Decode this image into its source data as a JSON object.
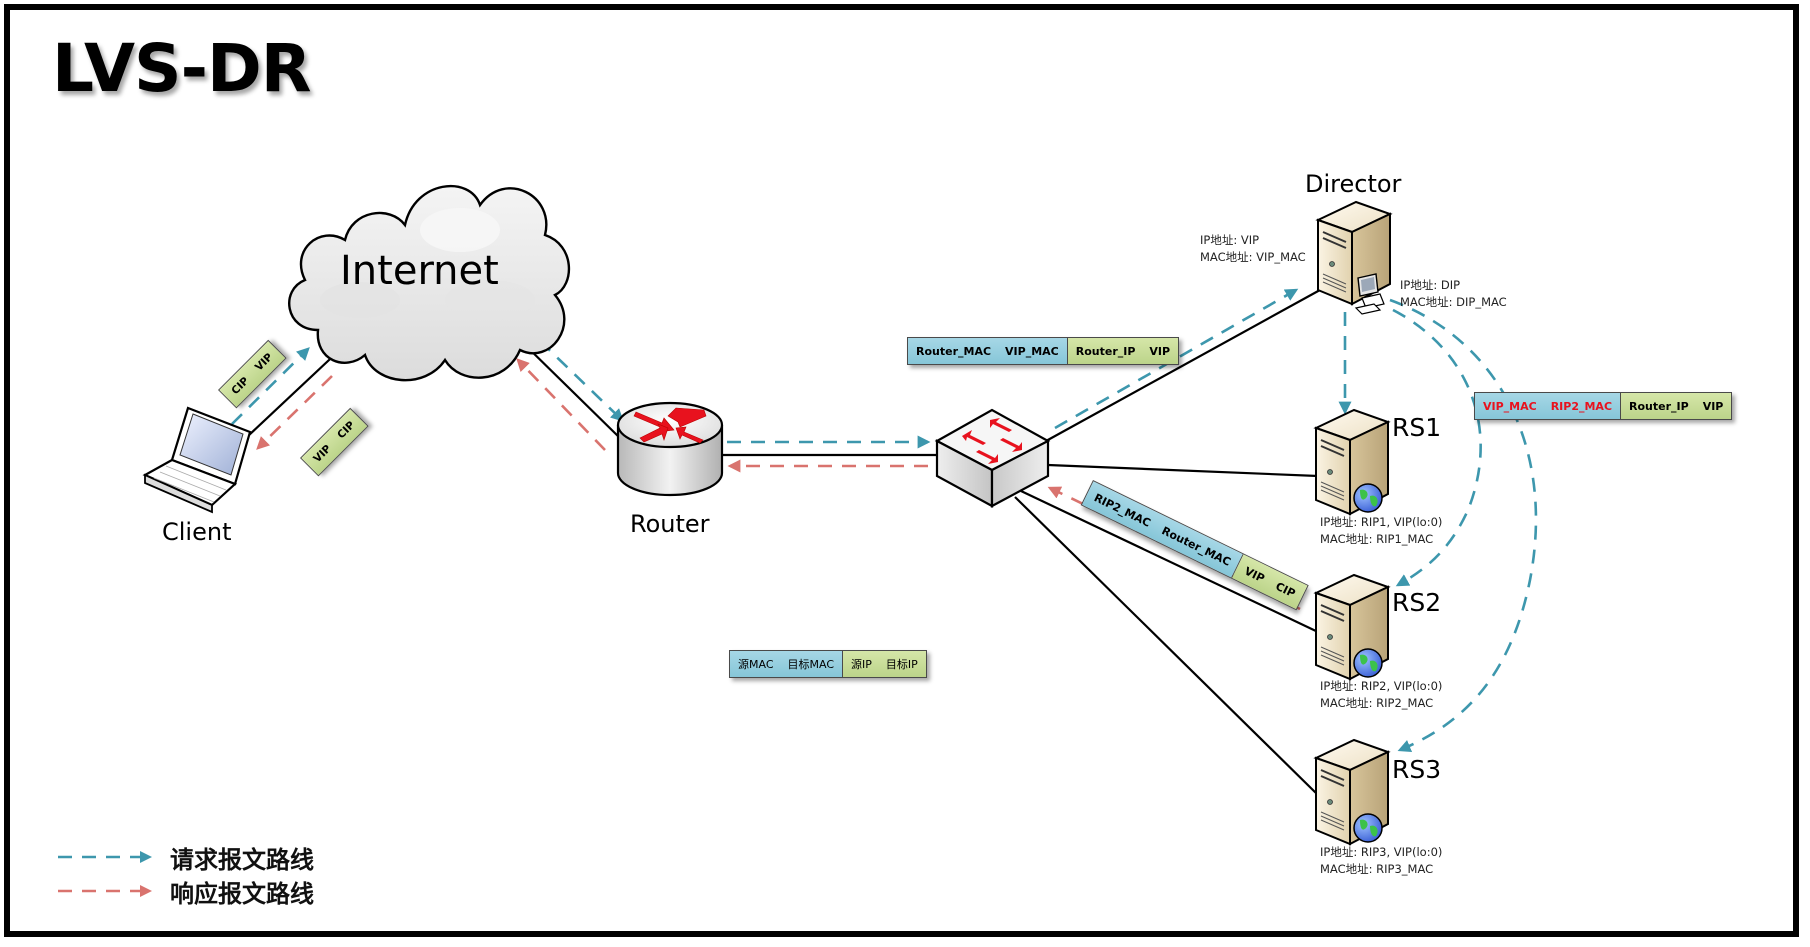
{
  "title": "LVS-DR",
  "nodes": {
    "internet": "Internet",
    "client": "Client",
    "router": "Router",
    "director": "Director",
    "rs1": "RS1",
    "rs2": "RS2",
    "rs3": "RS3"
  },
  "addresses": {
    "director_vip": {
      "ip": "IP地址: VIP",
      "mac": "MAC地址: VIP_MAC"
    },
    "director_dip": {
      "ip": "IP地址: DIP",
      "mac": "MAC地址: DIP_MAC"
    },
    "rs1": {
      "ip": "IP地址: RIP1, VIP(lo:0)",
      "mac": "MAC地址: RIP1_MAC"
    },
    "rs2": {
      "ip": "IP地址: RIP2, VIP(lo:0)",
      "mac": "MAC地址: RIP2_MAC"
    },
    "rs3": {
      "ip": "IP地址: RIP3, VIP(lo:0)",
      "mac": "MAC地址: RIP3_MAC"
    }
  },
  "packets": {
    "client_request": {
      "src_ip": "CIP",
      "dst_ip": "VIP"
    },
    "client_response": {
      "src_ip": "VIP",
      "dst_ip": "CIP"
    },
    "router_to_director": {
      "src_mac": "Router_MAC",
      "dst_mac": "VIP_MAC",
      "src_ip": "Router_IP",
      "dst_ip": "VIP"
    },
    "director_to_rs2": {
      "src_mac": "VIP_MAC",
      "dst_mac": "RIP2_MAC",
      "src_ip": "Router_IP",
      "dst_ip": "VIP"
    },
    "rs2_response": {
      "src_mac": "RIP2_MAC",
      "dst_mac": "Router_MAC",
      "src_ip": "VIP",
      "dst_ip": "CIP"
    },
    "format_key": {
      "src_mac": "源MAC",
      "dst_mac": "目标MAC",
      "src_ip": "源IP",
      "dst_ip": "目标IP"
    }
  },
  "legend": {
    "request": "请求报文路线",
    "response": "响应报文路线"
  },
  "colors": {
    "request": "#3d97ad",
    "response": "#d9736e",
    "mac_field": "#93cddd",
    "ip_field": "#c6dc98",
    "highlight_text": "#e8121e"
  }
}
